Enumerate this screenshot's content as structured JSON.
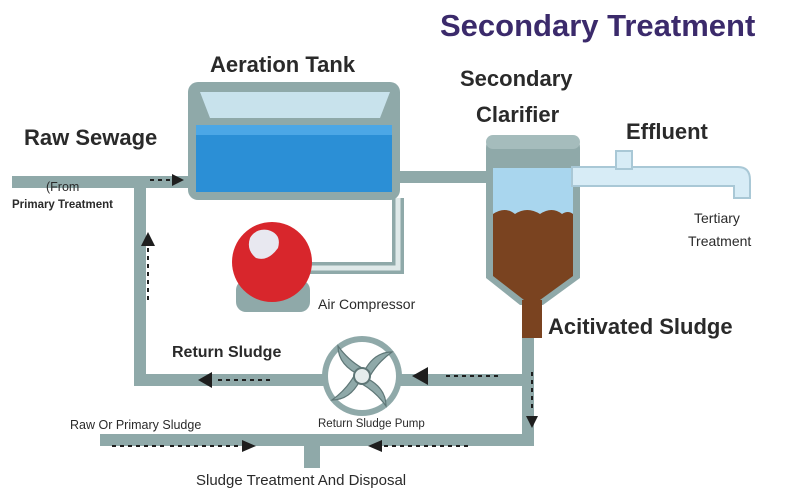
{
  "title": "Secondary Treatment",
  "labels": {
    "aeration_tank": "Aeration Tank",
    "raw_sewage": "Raw Sewage",
    "from_line1": "(From",
    "from_line2": "Primary Treatment",
    "secondary_line1": "Secondary",
    "secondary_line2": "Clarifier",
    "effluent": "Effluent",
    "tertiary_line1": "Tertiary",
    "tertiary_line2": "Treatment",
    "air_compressor": "Air Compressor",
    "activated_sludge": "Acitivated Sludge",
    "return_sludge": "Return Sludge",
    "return_sludge_pump": "Return Sludge  Pump",
    "raw_or_primary_sludge": "Raw Or Primary Sludge",
    "sludge_treatment": "Sludge Treatment And Disposal"
  },
  "colors": {
    "pipe": "#8fa9a9",
    "water": "#2b8fd6",
    "water_light": "#a9d6ee",
    "sludge": "#7a4320",
    "compressor": "#d8262c",
    "title": "#3b2a6b",
    "effluent_pipe": "#d7ecf6"
  }
}
